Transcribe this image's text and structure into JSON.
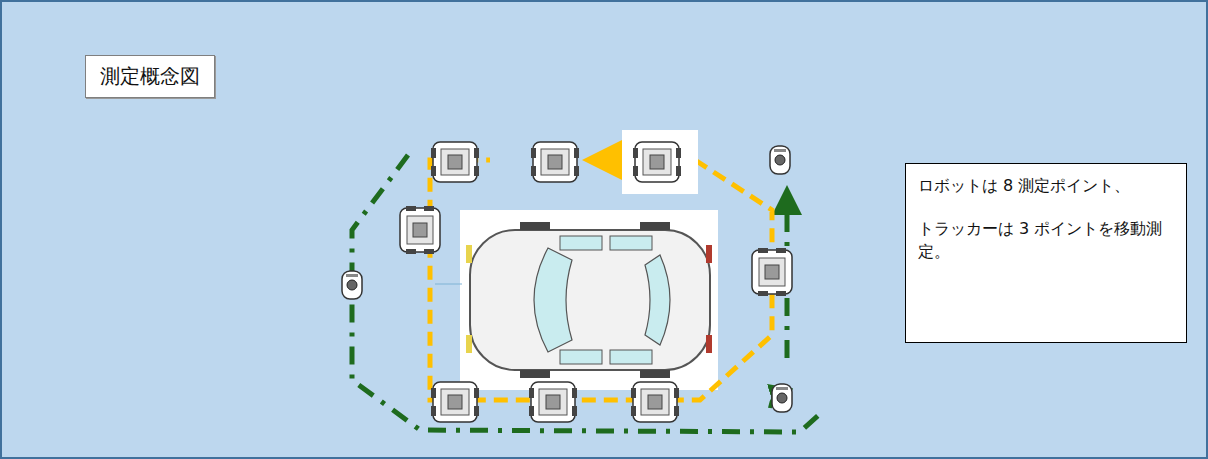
{
  "diagram": {
    "title": "測定概念図",
    "nodes": [
      {
        "text": [
          "ロボットは 8 測定ポイント、",
          "トラッカーは 3 ポイントを移動測定。"
        ]
      }
    ]
  }
}
